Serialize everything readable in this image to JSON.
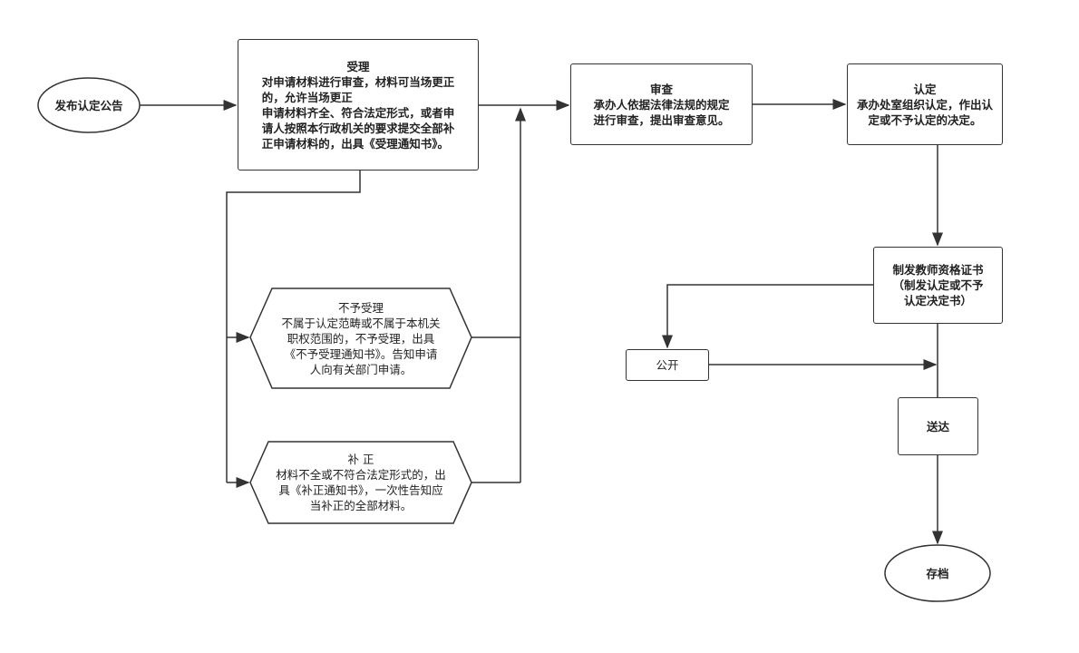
{
  "nodes": {
    "start": {
      "label": "发布认定公告"
    },
    "accept": {
      "title": "受理",
      "body": "对申请材料进行审查，材料可当场更正\n的，允许当场更正\n申请材料齐全、符合法定形式，或者申\n请人按照本行政机关的要求提交全部补\n正申请材料的，出具《受理通知书》。"
    },
    "reject": {
      "title": "不予受理",
      "body": "不属于认定范畴或不属于本机关\n职权范围的，不予受理，出具\n《不予受理通知书》。告知申请\n人向有关部门申请。"
    },
    "supplement": {
      "title": "补 正",
      "body": "材料不全或不符合法定形式的，出\n具《补正通知书》，一次性告知应\n当补正的全部材料。"
    },
    "review": {
      "title": "审查",
      "body": "承办人依据法律法规的规定\n进行审查，提出审查意见。"
    },
    "decide": {
      "title": "认定",
      "body": "承办处室组织认定，作出认\n定或不予认定的决定。"
    },
    "issue": {
      "body": "制发教师资格证书\n（制发认定或不予\n认定决定书）"
    },
    "publish": {
      "label": "公开"
    },
    "deliver": {
      "label": "送达"
    },
    "archive": {
      "label": "存档"
    }
  },
  "colors": {
    "stroke": "#333333"
  }
}
